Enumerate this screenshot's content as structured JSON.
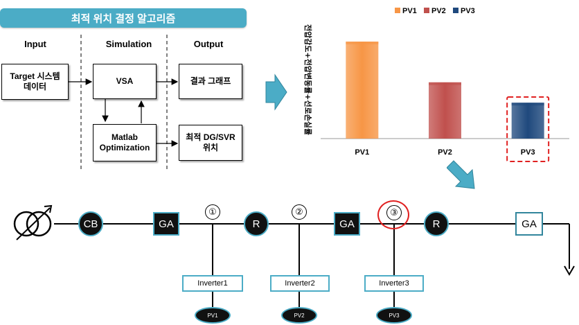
{
  "flow": {
    "title": "최적 위치 결정 알고리즘",
    "columns": [
      "Input",
      "Simulation",
      "Output"
    ],
    "boxes": {
      "target": "Target 시스템\n데이터",
      "vsa": "VSA",
      "matlab": "Matlab\nOptimization",
      "result_graph": "결과 그래프",
      "optimal": "최적 DG/SVR\n위치"
    }
  },
  "chart_data": {
    "type": "bar",
    "categories": [
      "PV1",
      "PV2",
      "PV3"
    ],
    "series": [
      {
        "name": "PV1",
        "values": [
          1.0,
          null,
          null
        ],
        "color": "#f79646"
      },
      {
        "name": "PV2",
        "values": [
          null,
          0.58,
          null
        ],
        "color": "#c0504d"
      },
      {
        "name": "PV3",
        "values": [
          null,
          null,
          0.37
        ],
        "color": "#1f497d"
      }
    ],
    "ylabel": "전압감도+전압변동률+선로손실률",
    "legend_placement": "top",
    "grid": false,
    "highlight": "PV3"
  },
  "feeder": {
    "nodes": {
      "cb": "CB",
      "ga1": "GA",
      "r1": "R",
      "ga2": "GA",
      "r2": "R",
      "ga3": "GA"
    },
    "taps": [
      "①",
      "②",
      "③"
    ],
    "inverters": [
      "Inverter1",
      "Inverter2",
      "Inverter3"
    ],
    "pvs": [
      "PV1",
      "PV2",
      "PV3"
    ]
  },
  "colors": {
    "accent": "#4bacc6",
    "highlight": "#e02020"
  }
}
